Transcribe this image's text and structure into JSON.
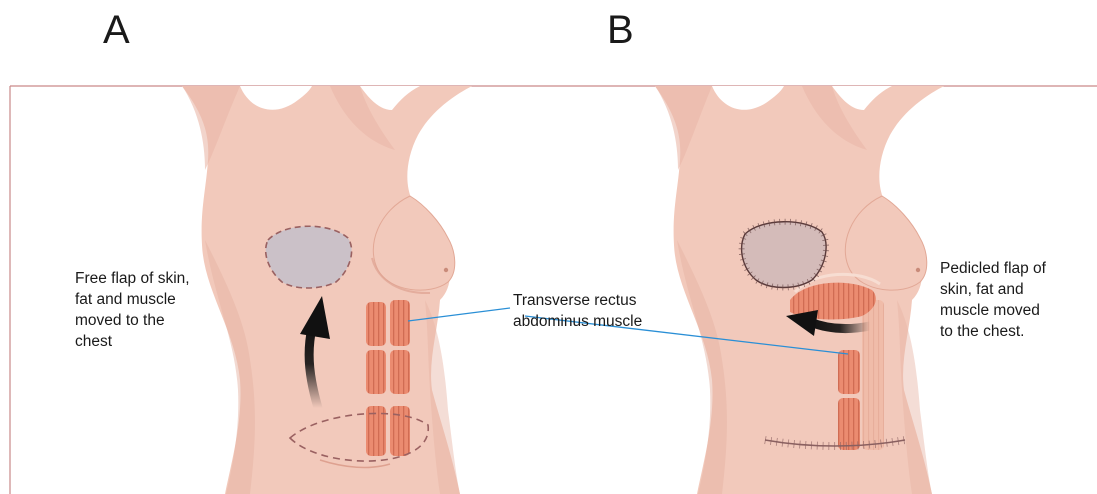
{
  "panels": {
    "a": {
      "letter": "A",
      "label": "Free flap of skin,\nfat and muscle\nmoved to the\nchest"
    },
    "b": {
      "letter": "B",
      "label": "Pedicled flap of\nskin, fat and\nmuscle moved\nto the chest."
    }
  },
  "muscle_label": "Transverse rectus\nabdominus muscle",
  "colors": {
    "skin": "#f2c9bb",
    "skin_shadow": "#e6b3a3",
    "muscle": "#e8836a",
    "muscle_stripe": "#c9624a",
    "flap_gray": "#cbc1c8",
    "dashed_outline": "#9a6161",
    "frame_line": "#c98989",
    "leader_line": "#2a8fd6",
    "arrow": "#111111"
  }
}
